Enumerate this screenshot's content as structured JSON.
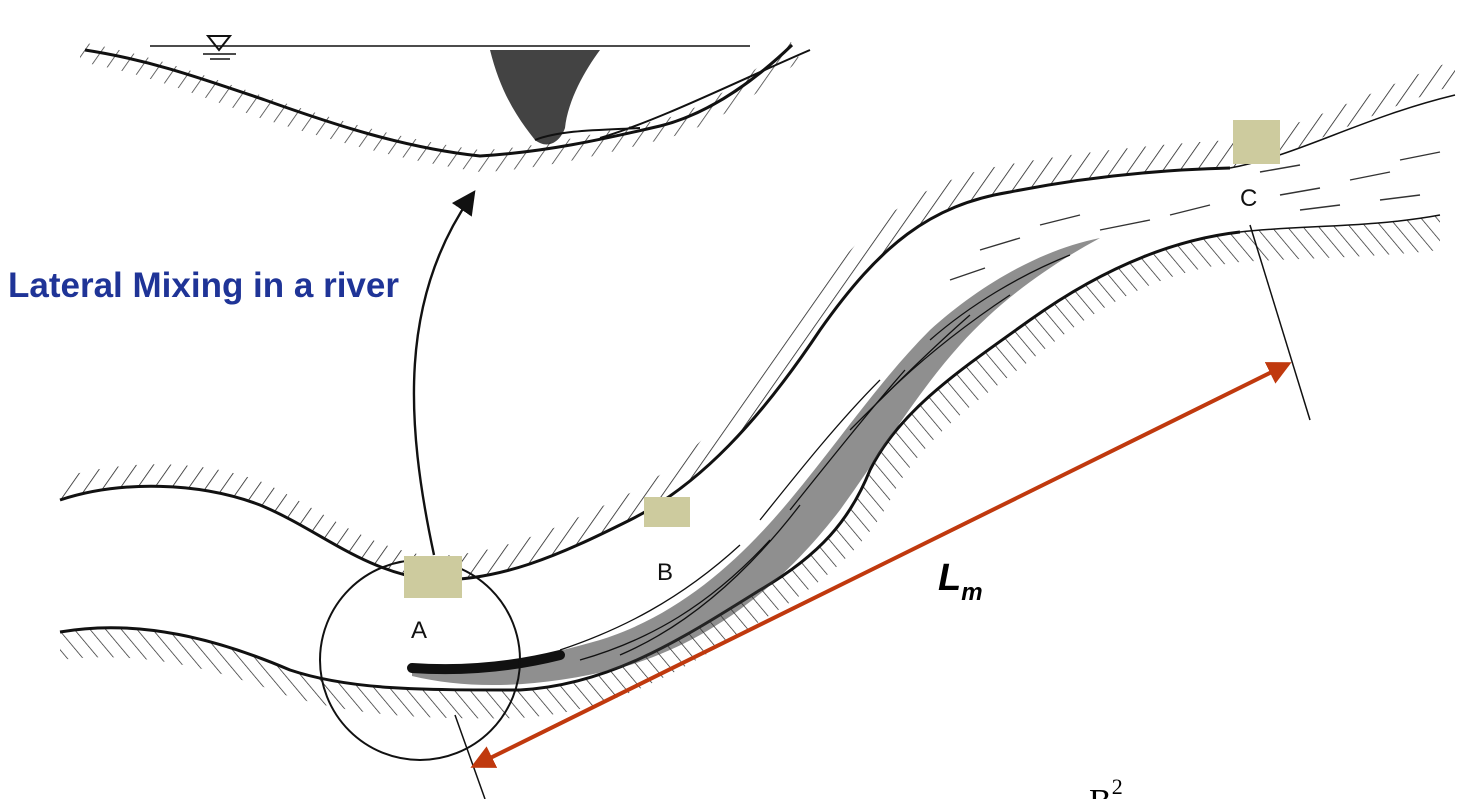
{
  "title": "Lateral Mixing in a river",
  "points": {
    "a": "A",
    "b": "B",
    "c": "C"
  },
  "mixing_length": {
    "symbol": "L",
    "subscript": "m"
  },
  "formula_fragment": {
    "base": "B",
    "exponent": "2"
  },
  "colors": {
    "title": "#1f3497",
    "measure_arrow": "#c0390e",
    "marker": "#cdcb9e",
    "ink": "#111111"
  }
}
